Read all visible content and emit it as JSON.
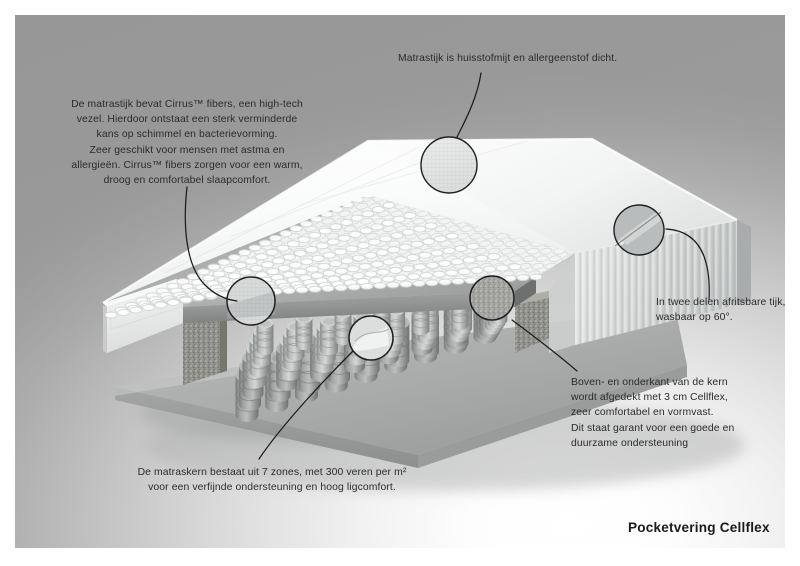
{
  "product": {
    "title": "Pocketvering Cellflex"
  },
  "callouts": [
    {
      "id": "tick",
      "name": "callout-mattress-tick-cirrus",
      "text": "De matrastijk bevat Cirrus™ fibers, een high-tech\nvezel. Hierdoor ontstaat een sterk verminderde\nkans op schimmel en bacterievorming.\nZeer geschikt voor mensen met astma en\nallergieën. Cirrus™ fibers zorgen voor een warm,\ndroog en comfortabel slaapcomfort."
    },
    {
      "id": "dustmite",
      "name": "callout-dustmite-proof",
      "text": "Matrastijk is huisstofmijt en allergeenstof dicht."
    },
    {
      "id": "zip",
      "name": "callout-removable-washable-cover",
      "text": "In twee delen afritsbare tijk,\nwasbaar op 60°."
    },
    {
      "id": "cellflex",
      "name": "callout-cellflex-layer",
      "text": "Boven- en onderkant van de kern\nwordt afgedekt met 3 cm Cellflex,\nzeer comfortabel en vormvast.\nDit staat garant voor een goede en\nduurzame ondersteuning"
    },
    {
      "id": "core",
      "name": "callout-spring-core-zones",
      "text": "De matraskern bestaat uit 7 zones, met 300 veren per m²\nvoor een verfijnde ondersteuning en hoog ligcomfort."
    }
  ],
  "illustration": {
    "subject": "pocket-spring-mattress-cutaway",
    "parts": [
      {
        "name": "mattress-top-cover",
        "label": "matrastijk"
      },
      {
        "name": "cellflex-top-layer",
        "label": "Cellflex 3 cm"
      },
      {
        "name": "pocket-spring-core",
        "label": "pocketvering kern"
      },
      {
        "name": "cellflex-bottom-layer",
        "label": "Cellflex 3 cm"
      },
      {
        "name": "foam-edge-border",
        "label": "schuimrand"
      }
    ],
    "magnifiers": [
      {
        "name": "magnifier-tick-weave",
        "detail": "tijk weefsel"
      },
      {
        "name": "magnifier-cover-surface",
        "detail": "stof oppervlak"
      },
      {
        "name": "magnifier-zipper",
        "detail": "rits"
      },
      {
        "name": "magnifier-cellflex-edge",
        "detail": "Cellflex rand"
      },
      {
        "name": "magnifier-foam-border",
        "detail": "schuimrand"
      },
      {
        "name": "magnifier-spring-pocket",
        "detail": "veerpocket"
      }
    ]
  },
  "colors": {
    "background_dark": "#9a9a9a",
    "background_light": "#ffffff",
    "text": "#2b2b2b",
    "title": "#1b1b1b",
    "leader_line": "#1c1c1c",
    "mattress_white": "#f6f7f7",
    "cellflex_gray": "#8d8f8f",
    "spring_gray": "#a9acab",
    "foam_border": "#8a8a86"
  }
}
